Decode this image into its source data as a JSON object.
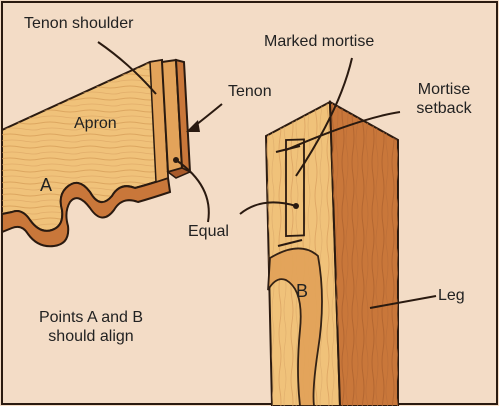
{
  "labels": {
    "tenon_shoulder": "Tenon shoulder",
    "marked_mortise": "Marked mortise",
    "tenon": "Tenon",
    "mortise_setback_1": "Mortise",
    "mortise_setback_2": "setback",
    "apron": "Apron",
    "point_a": "A",
    "equal": "Equal",
    "point_b": "B",
    "leg": "Leg",
    "note_line1": "Points A and B",
    "note_line2": "should align"
  },
  "colors": {
    "background": "#f3dcc6",
    "wood_light": "#f0c27a",
    "wood_mid": "#e3a35a",
    "wood_dark": "#c9773a",
    "wood_shadow": "#a85a2a",
    "outline": "#2a1a10"
  }
}
